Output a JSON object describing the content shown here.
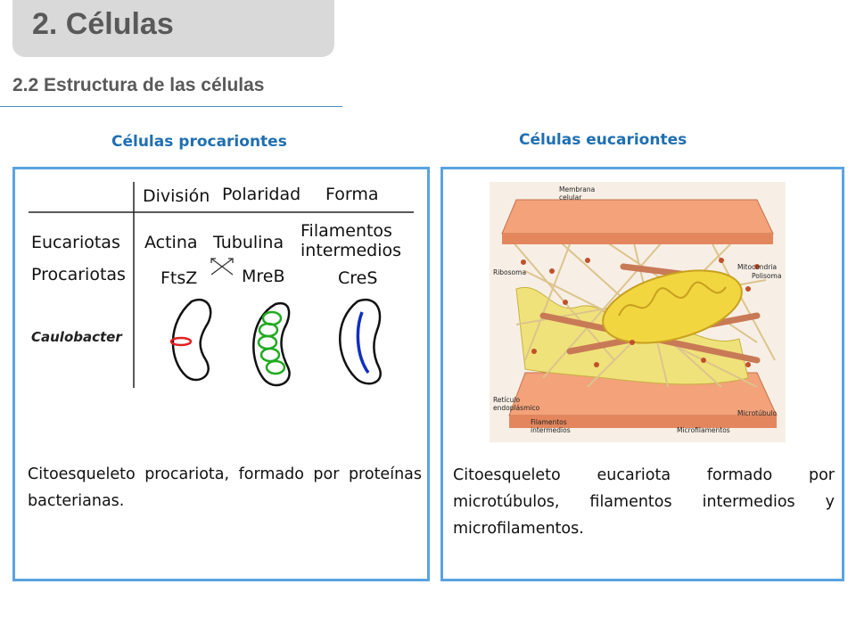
{
  "header": {
    "title": "2. Células",
    "subtitle": "2.2 Estructura de las células"
  },
  "left": {
    "heading": "Células procariontes",
    "table": {
      "columns": [
        "División",
        "Polaridad",
        "Forma"
      ],
      "rows": [
        {
          "label": "Eucariotas",
          "cells": [
            "Actina",
            "Tubulina",
            "Filamentos",
            "intermedios"
          ]
        },
        {
          "label": "Procariotas",
          "cells": [
            "FtsZ",
            "MreB",
            "CreS"
          ]
        }
      ],
      "organism": "Caulobacter"
    },
    "description": "Citoesqueleto procariota, formado por proteínas bacterianas."
  },
  "right": {
    "heading": "Células eucariontes",
    "labels": {
      "membrana_1": "Membrana",
      "membrana_2": "celular",
      "mitocondria": "Mitocondria",
      "ribosoma": "Ribosoma",
      "polisoma": "Polisoma",
      "reticulo_1": "Retículo",
      "reticulo_2": "endoplásmico",
      "microtubulo": "Microtúbulo",
      "filamentos_1": "Filamentos",
      "filamentos_2": "intermedios",
      "microfilamentos": "Microfilamentos"
    },
    "description": "Citoesqueleto eucariota formado por microtúbulos, filamentos intermedios y microfilamentos."
  },
  "colors": {
    "accent": "#5ba3e0",
    "heading": "#1f6fb2",
    "title_bg": "#d9d9d9",
    "title_text": "#595959"
  }
}
